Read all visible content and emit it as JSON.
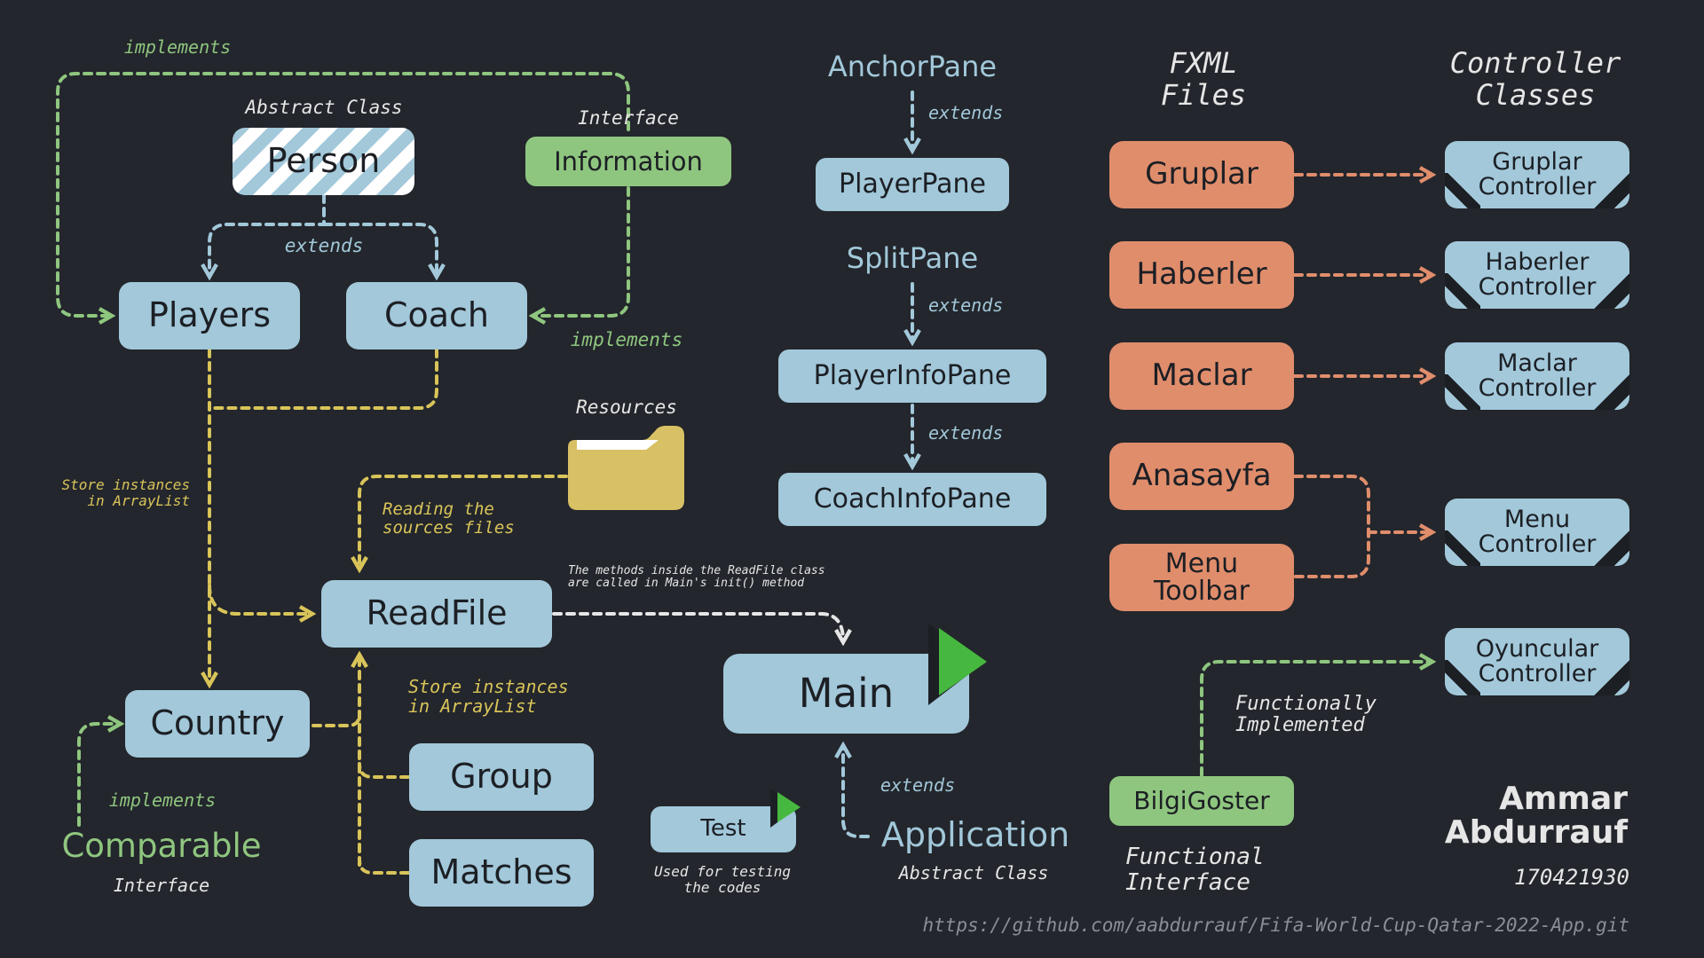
{
  "nodes": {
    "person": "Person",
    "information": "Information",
    "players": "Players",
    "coach": "Coach",
    "readfile": "ReadFile",
    "country": "Country",
    "group": "Group",
    "matches": "Matches",
    "main": "Main",
    "test": "Test",
    "playerpane": "PlayerPane",
    "playerinfopane": "PlayerInfoPane",
    "coachinfopane": "CoachInfoPane",
    "gruplar": "Gruplar",
    "haberler": "Haberler",
    "maclar": "Maclar",
    "anasayfa": "Anasayfa",
    "menu_toolbar": "Menu\nToolbar",
    "bilgigoster": "BilgiGoster",
    "gruplar_controller": "Gruplar\nController",
    "haberler_controller": "Haberler\nController",
    "maclar_controller": "Maclar\nController",
    "menu_controller": "Menu\nController",
    "oyuncular_controller": "Oyuncular\nController"
  },
  "labels": {
    "implements_top": "implements",
    "abstract_class": "Abstract Class",
    "interface_info": "Interface",
    "extends_person": "extends",
    "implements_coach": "implements",
    "resources": "Resources",
    "store_instances_left": "Store instances\nin ArrayList",
    "reading_sources": "Reading the\nsources files",
    "methods_note": "The methods inside the ReadFile class\nare called in Main's init() method",
    "store_instances_mid": "Store instances\nin ArrayList",
    "implements_comparable": "implements",
    "comparable": "Comparable",
    "comparable_interface": "Interface",
    "used_for_testing": "Used for testing\nthe codes",
    "extends_application": "extends",
    "application": "Application",
    "application_abstract": "Abstract Class",
    "anchorpane": "AnchorPane",
    "extends_anchor": "extends",
    "splitpane": "SplitPane",
    "extends_split": "extends",
    "extends_playerinfo": "extends",
    "fxml_files": "FXML\nFiles",
    "controller_classes": "Controller\nClasses",
    "functionally_implemented": "Functionally\nImplemented",
    "functional_interface": "Functional\nInterface",
    "author_name": "Ammar\nAbdurrauf",
    "author_id": "170421930",
    "repo_url": "https://github.com/aabdurrauf/Fifa-World-Cup-Qatar-2022-App.git"
  },
  "colors": {
    "background": "#23262c",
    "class_blue": "#a2c8da",
    "interface_green": "#8fc67f",
    "fxml_orange": "#e08d6c",
    "arrow_yellow": "#d9c45a",
    "folder_yellow": "#d8c065",
    "play_green": "#46b83f"
  },
  "icons": {
    "resources_folder": "folder-icon",
    "main_run": "play-icon",
    "test_run": "play-icon"
  }
}
